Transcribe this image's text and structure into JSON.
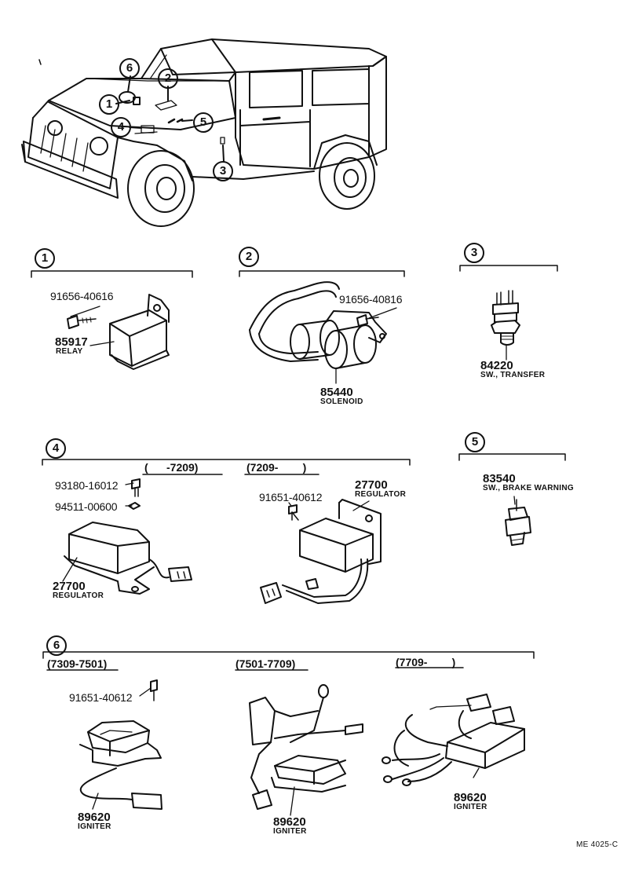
{
  "overview": {
    "callouts": [
      "1",
      "2",
      "3",
      "4",
      "5",
      "6"
    ]
  },
  "sections": {
    "s1": {
      "num": "1",
      "bolt": "91656-40616",
      "part": "85917",
      "name": "RELAY"
    },
    "s2": {
      "num": "2",
      "bolt": "91656-40816",
      "part": "85440",
      "name": "SOLENOID"
    },
    "s3": {
      "num": "3",
      "part": "84220",
      "name": "SW., TRANSFER"
    },
    "s4": {
      "num": "4",
      "range_a": "(      -7209)",
      "range_b": "(7209-        )",
      "bolt_a": "93180-16012",
      "washer": "94511-00600",
      "part_a": "27700",
      "name_a": "REGULATOR",
      "bolt_b": "91651-40612",
      "part_b": "27700",
      "name_b": "REGULATOR"
    },
    "s5": {
      "num": "5",
      "part": "83540",
      "name": "SW., BRAKE WARNING"
    },
    "s6": {
      "num": "6",
      "range_a": "(7309-7501)",
      "range_b": "(7501-7709)",
      "range_c": "(7709-        )",
      "bolt": "91651-40612",
      "part_a": "89620",
      "name_a": "IGNITER",
      "part_b": "89620",
      "name_b": "IGNITER",
      "part_c": "89620",
      "name_c": "IGNITER"
    }
  },
  "footer": {
    "code": "ME 4025-C"
  },
  "colors": {
    "ink": "#111111",
    "paper": "#ffffff"
  }
}
